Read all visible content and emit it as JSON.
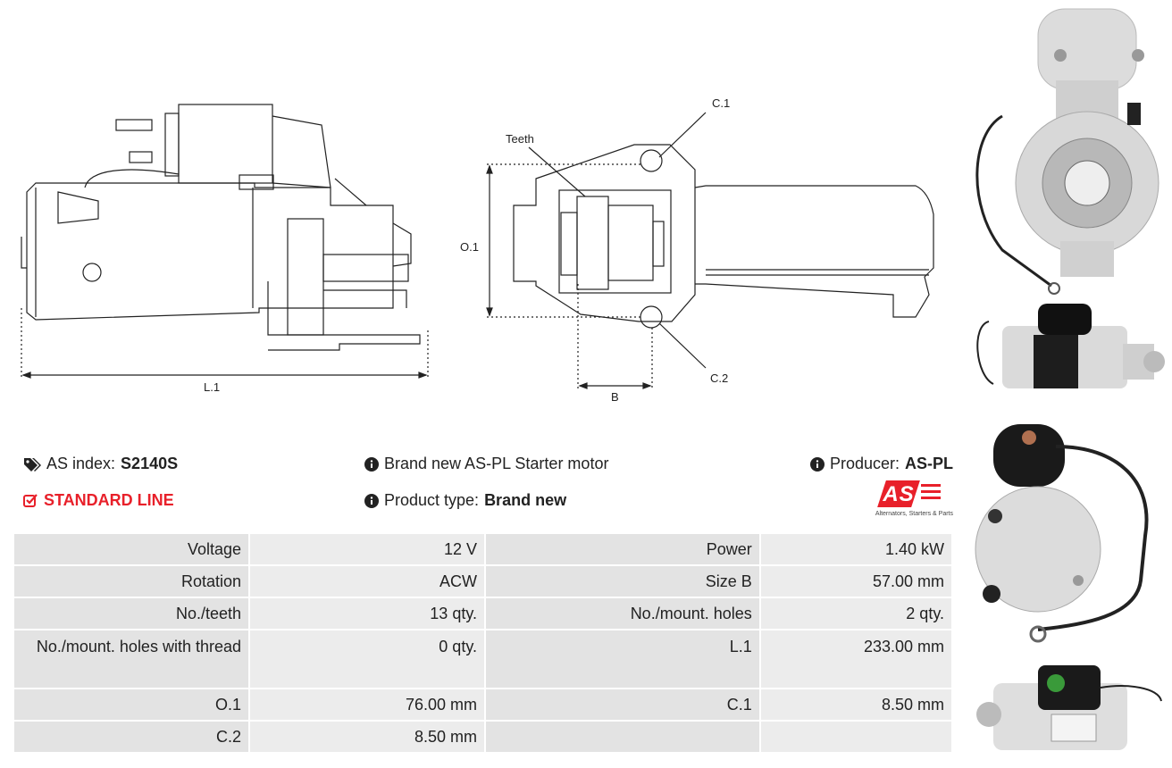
{
  "drawings": {
    "side": {
      "l1_label": "L.1"
    },
    "front": {
      "teeth_label": "Teeth",
      "c1_label": "C.1",
      "c2_label": "C.2",
      "o1_label": "O.1",
      "b_label": "B"
    }
  },
  "header": {
    "as_index_label": "AS index:",
    "as_index_value": "S2140S",
    "line": "STANDARD LINE",
    "description": "Brand new AS-PL Starter motor",
    "product_type_label": "Product type:",
    "product_type_value": "Brand new",
    "producer_label": "Producer:",
    "producer_value": "AS-PL",
    "logo_text": "AS",
    "logo_tagline": "Alternators, Starters & Parts"
  },
  "specs": [
    [
      "Voltage",
      "12 V",
      "Power",
      "1.40 kW"
    ],
    [
      "Rotation",
      "ACW",
      "Size B",
      "57.00 mm"
    ],
    [
      "No./teeth",
      "13 qty.",
      "No./mount. holes",
      "2 qty."
    ],
    [
      "No./mount. holes with thread",
      "0 qty.",
      "L.1",
      "233.00 mm"
    ],
    [
      "O.1",
      "76.00 mm",
      "C.1",
      "8.50 mm"
    ],
    [
      "C.2",
      "8.50 mm",
      "",
      ""
    ]
  ],
  "icons": {
    "tag": "tags-icon",
    "check": "checkbox-icon",
    "info": "info-icon"
  },
  "colors": {
    "accent": "#e8202a",
    "table_key": "#e3e3e3",
    "table_value": "#ececec"
  }
}
